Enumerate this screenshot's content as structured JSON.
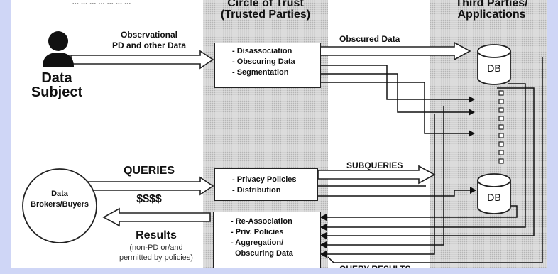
{
  "caption_fragment": "... ... ... ... ... ... ...",
  "columns": {
    "trust": {
      "line1": "Circle of Trust",
      "line2": "(Trusted Parties)"
    },
    "third": {
      "line1": "Third Parties/",
      "line2": "Applications"
    }
  },
  "data_subject": {
    "line1": "Data",
    "line2": "Subject",
    "icon": "person-icon"
  },
  "observational": {
    "line1": "Observational",
    "line2": "PD and other Data"
  },
  "box_top": {
    "items": [
      "- Disassociation",
      "- Obscuring Data",
      "- Segmentation"
    ]
  },
  "obscured_data": "Obscured Data",
  "db_top": "DB",
  "db_bottom": "DB",
  "brokers": {
    "line1": "Data",
    "line2": "Brokers/Buyers"
  },
  "queries": "QUERIES",
  "dollars": "$$$$",
  "box_mid": {
    "items": [
      "- Privacy Policies",
      "- Distribution"
    ]
  },
  "subqueries": "SUBQUERIES",
  "box_bottom": {
    "items": [
      "- Re-Association",
      "- Priv. Policies",
      "- Aggregation/",
      "Obscuring Data"
    ]
  },
  "results": {
    "title": "Results",
    "line2": "(non-PD or/and",
    "line3": "permitted by policies)"
  },
  "query_results": "QUERY RESULTS",
  "colors": {
    "frame": "#cfd6f6",
    "band": "#dcdcdc",
    "ink": "#111111"
  }
}
